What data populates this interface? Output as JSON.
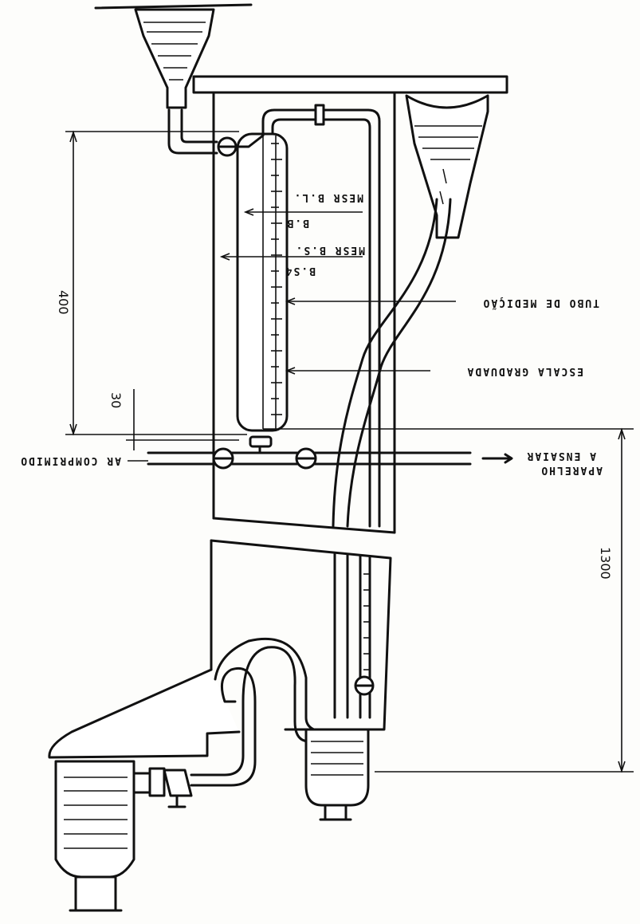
{
  "labels": {
    "sensor_1": "MESR B.L.",
    "sensor_1_val": "B.B",
    "sensor_2": "MESR B.S.",
    "sensor_2_val": "B.S4",
    "measuring_tube": "TUBO DE MEDIÇÃO",
    "graduated_scale": "ESCALA GRADUADA",
    "compressed_air": "AR COMPRIMIDO",
    "to_test_device_1": "A ENSAIAR",
    "to_test_device_2": "APARELHO",
    "arrow": "→"
  },
  "dimensions": {
    "height_400": "400",
    "height_30": "30",
    "height_1300": "1300"
  }
}
